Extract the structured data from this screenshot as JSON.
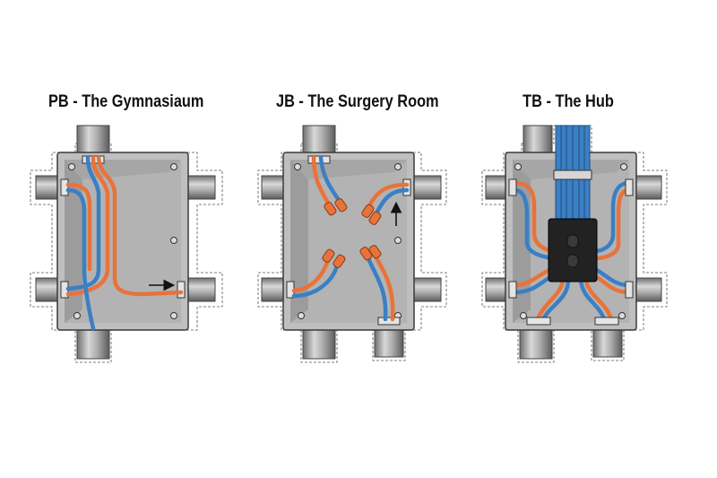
{
  "panels": [
    {
      "title": "PB - The Gymnasiaum"
    },
    {
      "title": "JB - The Surgery Room"
    },
    {
      "title": "TB - The Hub"
    }
  ],
  "colors": {
    "box_fill": "#bfbfbf",
    "box_inner": "#a9a9a9",
    "box_stroke": "#3a3a3a",
    "wire_orange": "#e8733a",
    "wire_blue": "#3b7fc4",
    "conduit": "#9a9a9a",
    "block": "#222222",
    "label": "#111111"
  }
}
